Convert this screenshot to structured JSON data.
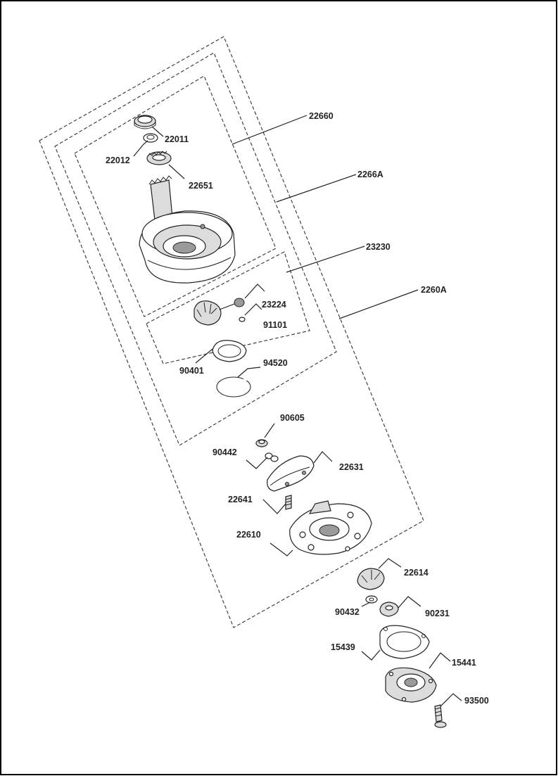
{
  "part_numbers": {
    "p22660": "22660",
    "p22011": "22011",
    "p22012": "22012",
    "p22651": "22651",
    "p2266A": "2266A",
    "p23230": "23230",
    "p2260A": "2260A",
    "p23224": "23224",
    "p91101": "91101",
    "p90401": "90401",
    "p94520": "94520",
    "p90605": "90605",
    "p90442": "90442",
    "p22631": "22631",
    "p22641": "22641",
    "p22610": "22610",
    "p22614": "22614",
    "p90432": "90432",
    "p90231": "90231",
    "p15439": "15439",
    "p15441": "15441",
    "p93500": "93500"
  }
}
